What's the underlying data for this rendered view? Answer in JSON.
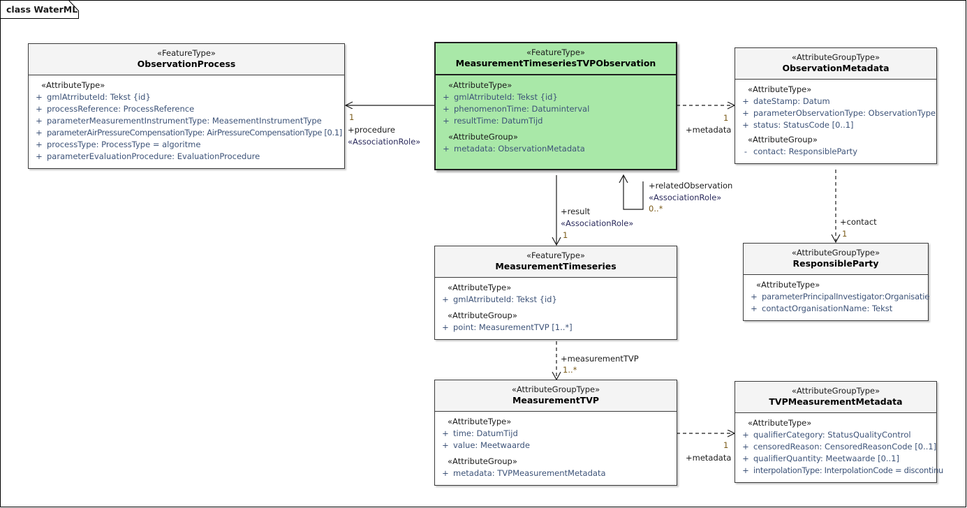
{
  "frame": {
    "label": "class WaterML"
  },
  "classes": [
    {
      "id": "observation-process",
      "stereotype": "«FeatureType»",
      "name": "ObservationProcess",
      "groups": [
        {
          "stereotype": "«AttributeType»",
          "attributes": [
            {
              "vis": "+",
              "text": "gmlAtrributeId: Tekst {id}"
            },
            {
              "vis": "+",
              "text": "processReference: ProcessReference"
            },
            {
              "vis": "+",
              "text": "parameterMeasurementInstrumentType: MeasementInstrumentType"
            },
            {
              "vis": "+",
              "text": "parameterAirPressureCompensationType: AirPressureCompensationType [0.1]"
            },
            {
              "vis": "+",
              "text": "processType: ProcessType = algoritme"
            },
            {
              "vis": "+",
              "text": "parameterEvaluationProcedure: EvaluationProcedure"
            }
          ]
        }
      ]
    },
    {
      "id": "measurement-timeseries-tvp-observation",
      "stereotype": "«FeatureType»",
      "name": "MeasurementTimeseriesTVPObservation",
      "highlighted": true,
      "groups": [
        {
          "stereotype": "«AttributeType»",
          "attributes": [
            {
              "vis": "+",
              "text": "gmlAtrributeId: Tekst {id}"
            },
            {
              "vis": "+",
              "text": "phenomenonTime: Datuminterval"
            },
            {
              "vis": "+",
              "text": "resultTime: DatumTijd"
            }
          ]
        },
        {
          "stereotype": "«AttributeGroup»",
          "attributes": [
            {
              "vis": "+",
              "text": "metadata: ObservationMetadata"
            }
          ]
        }
      ]
    },
    {
      "id": "observation-metadata",
      "stereotype": "«AttributeGroupType»",
      "name": "ObservationMetadata",
      "groups": [
        {
          "stereotype": "«AttributeType»",
          "attributes": [
            {
              "vis": "+",
              "text": "dateStamp: Datum"
            },
            {
              "vis": "+",
              "text": "parameterObservationType: ObservationType"
            },
            {
              "vis": "+",
              "text": "status: StatusCode [0..1]"
            }
          ]
        },
        {
          "stereotype": "«AttributeGroup»",
          "attributes": [
            {
              "vis": "-",
              "text": "contact: ResponsibleParty"
            }
          ]
        }
      ]
    },
    {
      "id": "measurement-timeseries",
      "stereotype": "«FeatureType»",
      "name": "MeasurementTimeseries",
      "groups": [
        {
          "stereotype": "«AttributeType»",
          "attributes": [
            {
              "vis": "+",
              "text": "gmlAtrributeId: Tekst {id}"
            }
          ]
        },
        {
          "stereotype": "«AttributeGroup»",
          "attributes": [
            {
              "vis": "+",
              "text": "point: MeasurementTVP [1..*]"
            }
          ]
        }
      ]
    },
    {
      "id": "responsible-party",
      "stereotype": "«AttributeGroupType»",
      "name": "ResponsibleParty",
      "groups": [
        {
          "stereotype": "«AttributeType»",
          "attributes": [
            {
              "vis": "+",
              "text": "parameterPrincipalInvestigator:Organisatie"
            },
            {
              "vis": "+",
              "text": "contactOrganisationName: Tekst"
            }
          ]
        }
      ]
    },
    {
      "id": "measurement-tvp",
      "stereotype": "«AttributeGroupType»",
      "name": "MeasurementTVP",
      "groups": [
        {
          "stereotype": "«AttributeType»",
          "attributes": [
            {
              "vis": "+",
              "text": "time: DatumTijd"
            },
            {
              "vis": "+",
              "text": "value: Meetwaarde"
            }
          ]
        },
        {
          "stereotype": "«AttributeGroup»",
          "attributes": [
            {
              "vis": "+",
              "text": "metadata: TVPMeasurementMetadata"
            }
          ]
        }
      ]
    },
    {
      "id": "tvp-measurement-metadata",
      "stereotype": "«AttributeGroupType»",
      "name": "TVPMeasurementMetadata",
      "groups": [
        {
          "stereotype": "«AttributeType»",
          "attributes": [
            {
              "vis": "+",
              "text": "qualifierCategory: StatusQualityControl"
            },
            {
              "vis": "+",
              "text": "censoredReason: CensoredReasonCode [0..1]"
            },
            {
              "vis": "+",
              "text": "qualifierQuantity: Meetwaarde [0..1]"
            },
            {
              "vis": "+",
              "text": "interpolationType: InterpolationCode = discontinu"
            }
          ]
        }
      ]
    }
  ],
  "connectors": {
    "procedure": {
      "multiplicity": "1",
      "role": "+procedure",
      "stereotype": "«AssociationRole»"
    },
    "metadata_observation": {
      "multiplicity": "1",
      "role": "+metadata"
    },
    "related_observation": {
      "role": "+relatedObservation",
      "stereotype": "«AssociationRole»",
      "multiplicity": "0..*"
    },
    "result": {
      "role": "+result",
      "stereotype": "«AssociationRole»",
      "multiplicity": "1"
    },
    "contact": {
      "role": "+contact",
      "multiplicity": "1"
    },
    "measurement_tvp": {
      "role": "+measurementTVP",
      "multiplicity": "1..*"
    },
    "metadata_tvp": {
      "multiplicity": "1",
      "role": "+metadata"
    }
  },
  "colors": {
    "highlight_fill": "#a9e8a8",
    "header_fill": "#f4f4f4",
    "attribute_text": "#3d5378",
    "multiplicity_text": "#7a5a18",
    "border": "#3a3a3a"
  }
}
